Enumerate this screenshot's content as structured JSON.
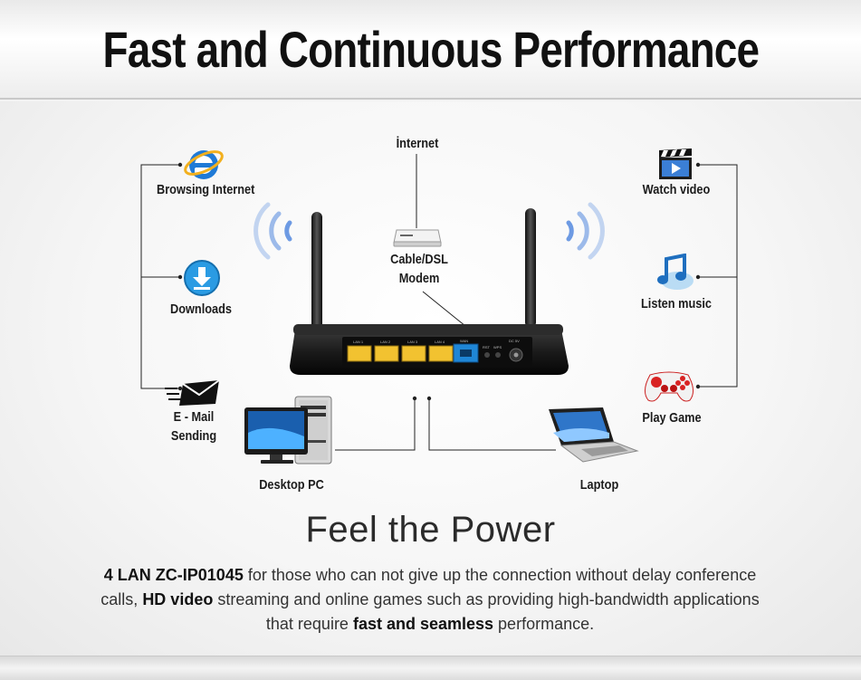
{
  "header": {
    "title": "Fast and Continuous Performance"
  },
  "labels": {
    "internet": "İnternet",
    "modem_line1": "Cable/DSL",
    "modem_line2": "Modem",
    "browsing": "Browsing Internet",
    "downloads": "Downloads",
    "email_line1": "E - Mail",
    "email_line2": "Sending",
    "desktop": "Desktop PC",
    "laptop": "Laptop",
    "watch": "Watch video",
    "listen": "Listen music",
    "play": "Play Game"
  },
  "router": {
    "ports": [
      "LAN 1",
      "LAN 2",
      "LAN 3",
      "LAN 4",
      "WAN",
      "RST",
      "WPS",
      "DC 5V"
    ]
  },
  "power": {
    "title": "Feel the Power",
    "p1_bold": "4 LAN ZC-IP01045",
    "p1_text": " for those who can not give up the connection without delay conference calls, ",
    "p2_bold": "HD video",
    "p2_text": " streaming and online games such as providing high-bandwidth applications that require ",
    "p3_bold": "fast and seamless",
    "p3_text": " performance."
  },
  "colors": {
    "lan_port": "#f2c230",
    "wan_port": "#1f86d6",
    "signal": "#5d8fe0"
  }
}
